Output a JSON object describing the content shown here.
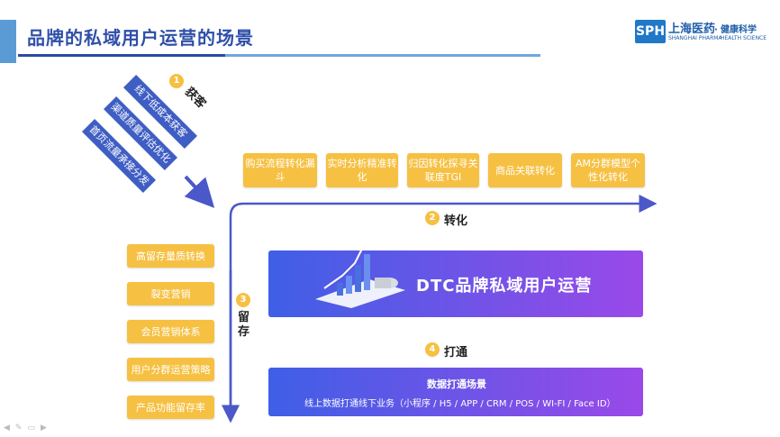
{
  "title": "品牌的私域用户运营的场景",
  "logo": {
    "mark": "SPH",
    "cn": "上海医药",
    "en": "SHANGHAI PHARMA",
    "dot": "·",
    "cn2": "健康科学",
    "en2": "HEALTH SCIENCE"
  },
  "stages": {
    "acquire": {
      "num": "1",
      "label": "获客"
    },
    "convert": {
      "num": "2",
      "label": "转化"
    },
    "retain": {
      "num": "3",
      "label": "留存"
    },
    "connect": {
      "num": "4",
      "label": "打通"
    }
  },
  "acquire_items": [
    "线下低成本获客",
    "渠道质量评估优化",
    "首页流量承接分发"
  ],
  "convert_items": [
    "购买流程转化漏斗",
    "实时分析精准转化",
    "归因转化探寻关联度TGI",
    "商品关联转化",
    "AM分群模型个性化转化"
  ],
  "retain_items": [
    "高留存量质转换",
    "裂变营销",
    "会员营销体系",
    "用户分群运营策略",
    "产品功能留存率"
  ],
  "center": {
    "title": "DTC品牌私域用户运营"
  },
  "connect_box": {
    "title": "数据打通场景",
    "subtitle": "线上数据打通线下业务（小程序 / H5 / APP / CRM / POS / WI-FI / Face ID）"
  },
  "colors": {
    "orange": "#f6c042",
    "blue": "#3f5ec4",
    "gradient_start": "#3f5fe6",
    "gradient_end": "#9a49e8",
    "arrow": "#4a58c9"
  },
  "footer_icons": [
    "arrow-left-icon",
    "pen-icon",
    "screen-icon",
    "arrow-right-icon"
  ]
}
